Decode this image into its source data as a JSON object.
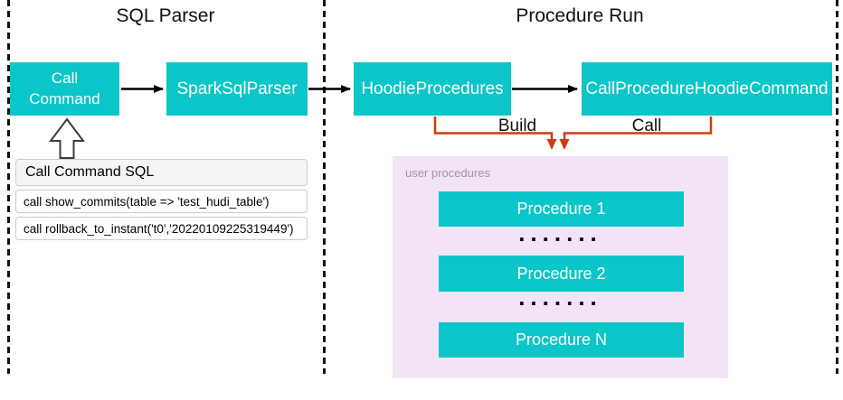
{
  "sections": {
    "left_title": "SQL Parser",
    "right_title": "Procedure Run"
  },
  "nodes": {
    "call_command": "Call Command",
    "spark_sql_parser": "SparkSqlParser",
    "hoodie_procedures": "HoodieProcedures",
    "call_procedure_hoodie_command": "CallProcedureHoodieCommand"
  },
  "edge_labels": {
    "build": "Build",
    "call": "Call"
  },
  "sql_panel": {
    "title": "Call Command SQL",
    "rows": [
      "call show_commits(table => 'test_hudi_table')",
      "call rollback_to_instant('t0','20220109225319449')"
    ]
  },
  "user_procedures": {
    "label": "user procedures",
    "items": [
      "Procedure 1",
      "Procedure 2",
      "Procedure N"
    ],
    "separator_dots": "......."
  },
  "colors": {
    "node": "#0bc6c8",
    "node_text": "#ffffff",
    "group_bg": "#f2e4f6",
    "group_label_color": "#999999",
    "orange": "#cb3d10",
    "black_edge": "#000000",
    "panel_header_bg": "#f5f5f5",
    "panel_border": "#cccccc",
    "dash_color": "#111111"
  }
}
